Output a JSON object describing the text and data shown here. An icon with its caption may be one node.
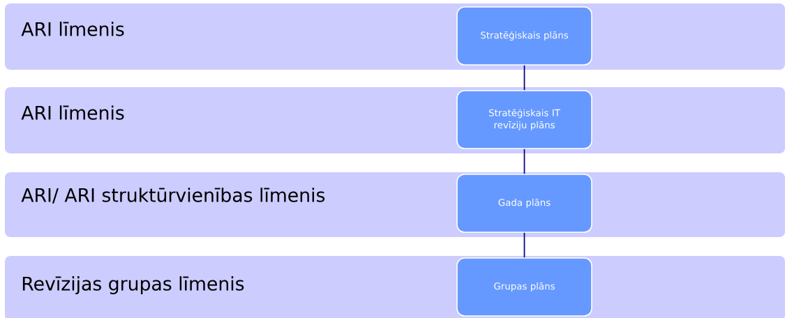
{
  "diagram": {
    "nodes": [
      {
        "text": [
          "ARI līmenis"
        ]
      },
      {
        "text": [
          "Stratēģiskais plāns"
        ],
        "in": 0
      },
      {
        "text": [
          "ARI līmenis"
        ]
      },
      {
        "text": [
          "Stratēģiskais IT revīziju plāns"
        ],
        "in": 2
      },
      {
        "text": [
          "ARI/ ARI struktūrvienības līmenis"
        ]
      },
      {
        "text": [
          "Gada plāns"
        ],
        "in": 4
      },
      {
        "text": [
          "Revīzijas grupas līmenis"
        ]
      },
      {
        "text": [
          "Grupas plāns"
        ],
        "in": 6
      }
    ],
    "edges": [
      {
        "from": 1,
        "to": 3,
        "arrow": "none"
      },
      {
        "from": 3,
        "to": 5,
        "arrow": "none"
      },
      {
        "from": 5,
        "to": 7,
        "arrow": "none"
      }
    ]
  }
}
